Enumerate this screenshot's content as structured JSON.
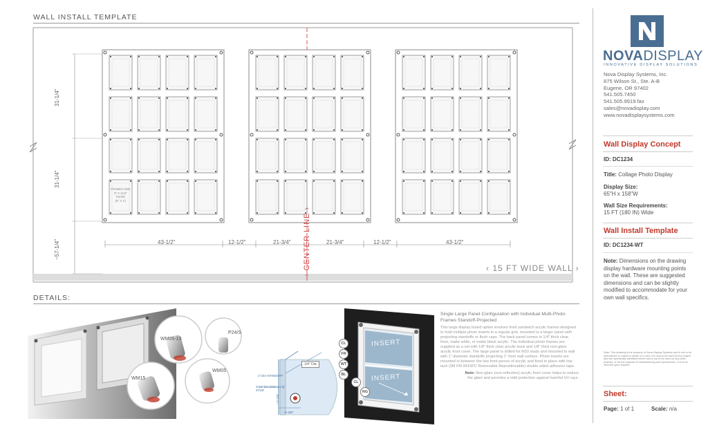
{
  "template_title": "WALL INSTALL TEMPLATE",
  "details_title": "DETAILS:",
  "dimensions": {
    "left_upper": "31-1/4\"",
    "left_middle": "31-1/4\"",
    "left_lower": "~57-1/4\"",
    "panel_left_width": "43-1/2\"",
    "gap_left": "12-1/2\"",
    "center_left": "21-3/4\"",
    "center_right": "21-3/4\"",
    "gap_right": "12-1/2\"",
    "panel_right_width": "43-1/2\"",
    "center_line": "CENTER LINE",
    "wall_width": "15 FT WIDE WALL"
  },
  "frame_label": {
    "line1": "FRAMES SIZE",
    "line2": "8\" X 10.5\"",
    "line3": "Double",
    "line4": "(8\" X 1\")"
  },
  "hardware": {
    "wm05_13": "WM05-13",
    "p24s": "P24/S",
    "wm15": "WM15",
    "wm05": "WM05"
  },
  "standoff_detail": {
    "dia_label": "1/4\" Dia",
    "callout_a": "1\" DIA STANDOFF",
    "callout_b": "X/16\" DIA (M10 x 1.5) STUD",
    "dim_h": "~1-1/4\"",
    "dim_w": "~1-3/8\""
  },
  "insert_panel": {
    "insert1": "INSERT",
    "insert2": "INSERT",
    "layers": [
      "CL",
      "FR",
      "WT",
      "BL"
    ],
    "cl": "CL",
    "ng": "NG"
  },
  "description": {
    "heading": "Single Large Panel Configuration with Individual Multi-Photo Frames Standoff-Projected",
    "body": "This large display board option involves front sandwich acrylic frames designed to hold multiple photo inserts in a regular grid, mounted to a larger panel with projecting standoffs or flush caps. The back panel comes in 1/4\" thick clear, frost, matte white, or matte black acrylic. The individual photo frames are supplied as a set with 1/8\" thick clear acrylic back and 1/8\" thick non-glare acrylic front cover. The large panel is drilled for M10 studs and mounted to wall with 1\" diameter standoffs projecting 1\" from wall surface. Photo inserts are mounted in between the two front pieces of acrylic and fixed in place with low tack (3M FM 9415PC Removable Repositionable) double sided adhesive tape.",
    "note_label": "Note:",
    "note": "Non-glare (non-reflective) acrylic front cover helps to reduce the glare and provides a mild protection against harmful UV rays."
  },
  "brand": {
    "name_bold": "NOVA",
    "name_light": "DISPLAY",
    "tagline": "INNOVATIVE DISPLAY SOLUTIONS",
    "logo_color": "#4a6e92"
  },
  "contact": [
    "Nova Display Systems, Inc.",
    "875 Wilson St., Ste. A-B",
    "Eugene, OR 97402",
    "541.505.7450",
    "541.505.9919 fax",
    "sales@novadisplay.com",
    "www.novadisplaysystems.com"
  ],
  "concept": {
    "heading": "Wall Display Concept",
    "id_label": "ID:",
    "id_value": "DC1234",
    "title_label": "Title:",
    "title_value": "Collage Photo Display",
    "size_label": "Display Size:",
    "size_value": "65\"H x 158\"W",
    "wall_label": "Wall Size Requirements:",
    "wall_value": "15 FT (180 IN) Wide"
  },
  "install": {
    "heading": "Wall Install Template",
    "id_label": "ID:",
    "id_value": "DC1234-WT",
    "note_label": "Note:",
    "note_value": "Dimensions on the drawing display hardware mounting points on the wall. These are suggested dimensions and can be slightly modified to accommodate for your own wall specifics."
  },
  "disclaimer": "Note: This drawing is the property of Nova Display Systems and is not to be reproduced or copied in whole or in part. It is only to be used for the project and site specifically identified herein and is not to be used on any other projects, or for the purpose of manufacturing and reproduction. It is to be returned upon request.",
  "sheet": {
    "heading": "Sheet:",
    "page_label": "Page:",
    "page_value": "1 of 1",
    "scale_label": "Scale:",
    "scale_value": "n/a"
  },
  "colors": {
    "accent_red": "#c0392b",
    "center_line": "#d9534f"
  }
}
